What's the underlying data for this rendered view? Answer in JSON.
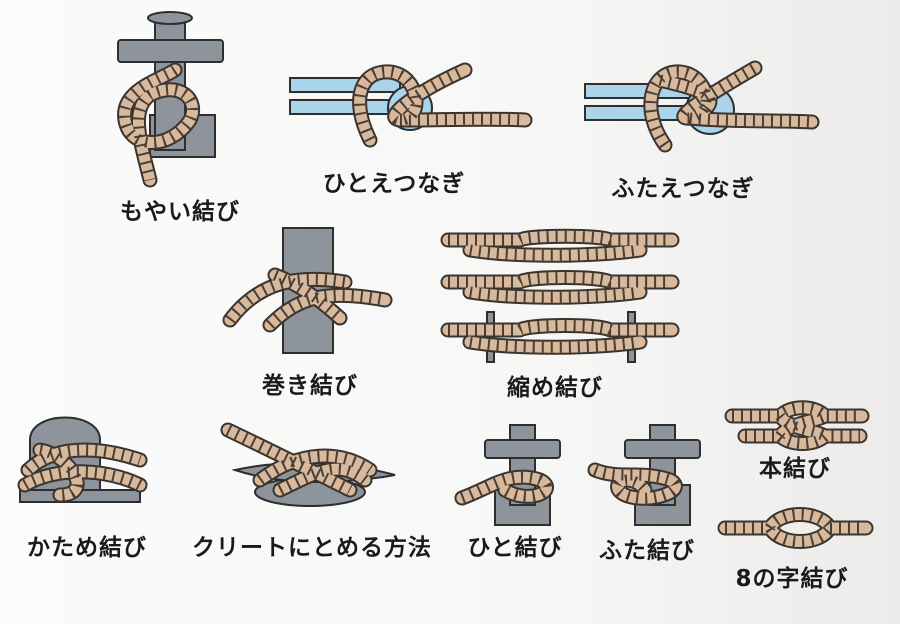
{
  "knots": [
    {
      "id": "bowline",
      "label": "もやい結び"
    },
    {
      "id": "sheet-bend",
      "label": "ひとえつなぎ"
    },
    {
      "id": "double-sheet-bend",
      "label": "ふたえつなぎ"
    },
    {
      "id": "clove-hitch",
      "label": "巻き結び"
    },
    {
      "id": "sheepshank",
      "label": "縮め結び"
    },
    {
      "id": "round-turn",
      "label": "かため結び"
    },
    {
      "id": "cleat-hitch",
      "label": "クリートにとめる方法"
    },
    {
      "id": "half-hitch",
      "label": "ひと結び"
    },
    {
      "id": "two-half-hitches",
      "label": "ふた結び"
    },
    {
      "id": "square-knot",
      "label": "本結び"
    },
    {
      "id": "figure-eight",
      "label": "8の字結び"
    }
  ],
  "colors": {
    "rope": "#d9b99b",
    "metal": "#8d949c",
    "cloth": "#a9d4ea"
  }
}
